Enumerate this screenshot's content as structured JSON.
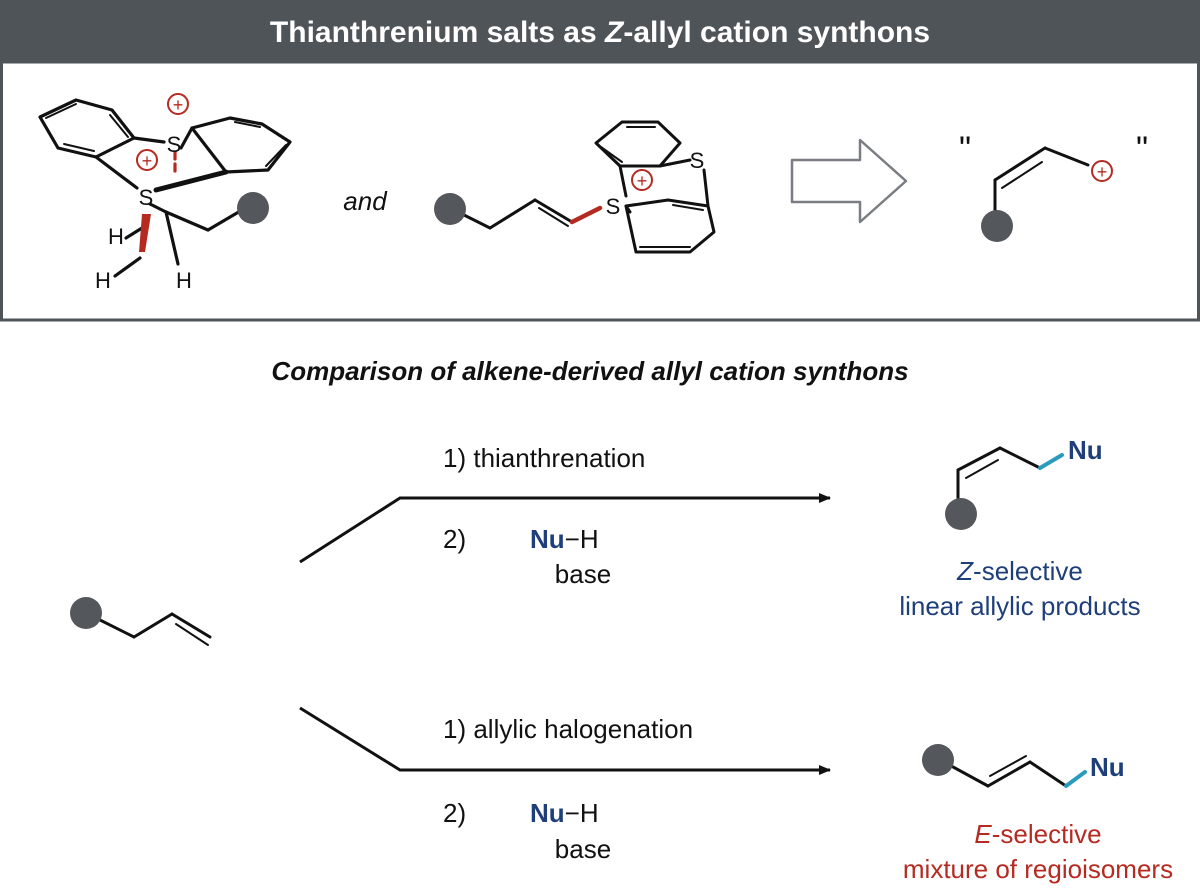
{
  "header": {
    "title_prefix": "Thianthrenium salts as ",
    "title_italic": "Z",
    "title_suffix": "-allyl cation synthons"
  },
  "top_panel": {
    "atom_S": "S",
    "atom_H": "H",
    "plus": "+",
    "connector": "and",
    "quote_open": "\"",
    "quote_close": "\""
  },
  "comparison": {
    "title": "Comparison of alkene-derived allyl cation synthons",
    "upper": {
      "step1": "1)  thianthrenation",
      "step2_num": "2)",
      "nu": "Nu",
      "nu_h": "−H",
      "base": "base",
      "product_nu": "Nu",
      "outcome_italic": "Z",
      "outcome_rest": "-selective",
      "outcome_line2": "linear allylic products"
    },
    "lower": {
      "step1": "1)  allylic halogenation",
      "step2_num": "2)",
      "nu": "Nu",
      "nu_h": "−H",
      "base": "base",
      "product_nu": "Nu",
      "outcome_italic": "E",
      "outcome_rest": "-selective",
      "outcome_line2": "mixture of regioisomers"
    }
  },
  "colors": {
    "header_bg": "#4f5459",
    "dot": "#54585c",
    "red": "#b52a21",
    "blue": "#1f3f7a",
    "teal": "#2a9bbd",
    "black": "#111111"
  }
}
